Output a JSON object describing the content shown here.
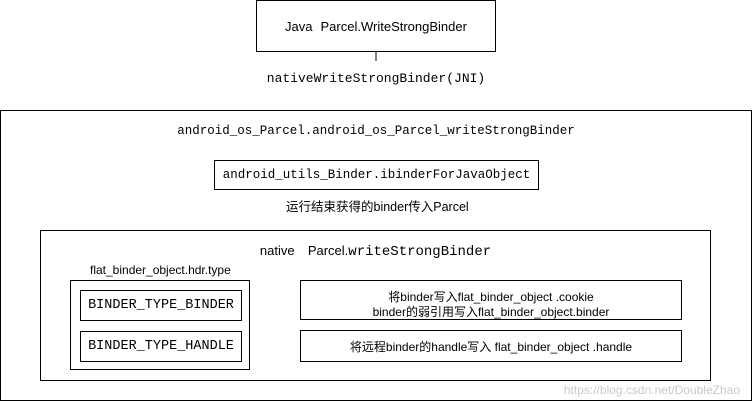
{
  "java_box": {
    "prefix": "Java",
    "label": "Parcel.WriteStrongBinder"
  },
  "jni_label": "nativeWriteStrongBinder(JNI)",
  "outer": {
    "title": "android_os_Parcel.android_os_Parcel_writeStrongBinder"
  },
  "ibinder_box": {
    "label": "android_utils_Binder.ibinderForJavaObject"
  },
  "pass_label": "运行结束获得的binder传入Parcel",
  "native": {
    "title_prefix": "native",
    "title_parcel": "Parcel.",
    "title_method": "writeStrongBinder"
  },
  "type_group": {
    "label": "flat_binder_object.hdr.type"
  },
  "binder_type_binder": {
    "label": "BINDER_TYPE_BINDER"
  },
  "binder_type_handle": {
    "label": "BINDER_TYPE_HANDLE"
  },
  "result_binder": {
    "line1": "将binder写入flat_binder_object .cookie",
    "line2": "binder的弱引用写入flat_binder_object.binder"
  },
  "result_handle": {
    "label": "将远程binder的handle写入 flat_binder_object .handle"
  },
  "watermark": "https://blog.csdn.net/DoubleZhao"
}
